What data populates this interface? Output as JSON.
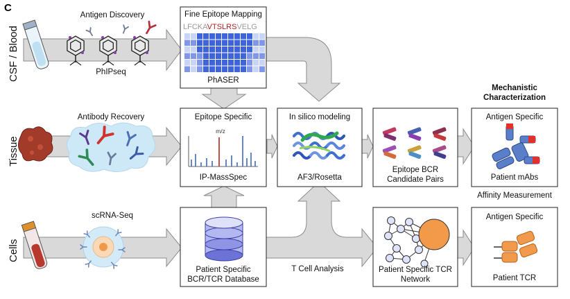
{
  "panel_letter": "C",
  "rows": {
    "row1": "CSF / Blood",
    "row2": "Tissue",
    "row3": "Cells"
  },
  "labels": {
    "antigen_discovery": "Antigen Discovery",
    "phipseq": "PhIPseq",
    "fine_epitope_mapping": "Fine Epitope Mapping",
    "phaser": "PhASER",
    "antibody_recovery": "Antibody Recovery",
    "epitope_specific": "Epitope Specific",
    "mz": "m/z",
    "ip_massspec": "IP-MassSpec",
    "in_silico": "In silico modeling",
    "af3_rosetta": "AF3/Rosetta",
    "epitope_bcr_1": "Epitope BCR",
    "epitope_bcr_2": "Candidate Pairs",
    "mech_1": "Mechanistic",
    "mech_2": "Characterization",
    "antigen_specific_top": "Antigen Specific",
    "patient_mabs": "Patient mAbs",
    "affinity": "Affinity Measurement",
    "scrna": "scRNA-Seq",
    "db_1": "Patient Specific",
    "db_2": "BCR/TCR Database",
    "tcell": "T Cell Analysis",
    "tcr_net_1": "Patient Specific TCR",
    "tcr_net_2": "Network",
    "antigen_specific_bottom": "Antigen Specific",
    "patient_tcr": "Patient TCR"
  },
  "peptide": {
    "left": "LFCKA",
    "mid": "VTSLRS",
    "right": "VELG"
  },
  "colors": {
    "blue_dark": "#3f63d8",
    "blue_light": "#c9d5f5",
    "red": "#b22222",
    "orange": "#f39a4a",
    "gray_arrow": "#d9d9d9"
  }
}
